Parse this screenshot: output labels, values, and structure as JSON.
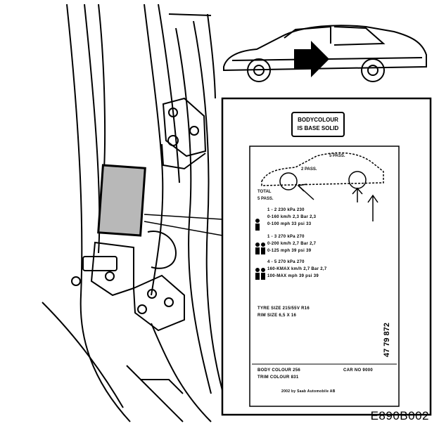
{
  "figure": {
    "code": "E890B002"
  },
  "badge": {
    "line1": "BODYCOLOUR",
    "line2": "IS BASE SOLID"
  },
  "plate": {
    "pass_top": "5 PASS.",
    "pass_mid": "2 PASS.",
    "total_label": "TOTAL",
    "total_pass": "5 PASS.",
    "rows": [
      {
        "text": "1 - 2              230   kPa  230"
      },
      {
        "text": "0-160 km/h         2,3   Bar  2,3"
      },
      {
        "text": "0-100 mph           33   psi   33"
      },
      {
        "text": "1 - 3              270   kPa  270"
      },
      {
        "text": "0-200 km/h         2,7   Bar  2,7"
      },
      {
        "text": "0-125 mph           39   psi   39"
      },
      {
        "text": "4 - 5              270   kPa  270"
      },
      {
        "text": "160-KMAX km/h      2,7   Bar  2,7"
      },
      {
        "text": "100-MAX mph         39   psi   39"
      }
    ],
    "tyre_size": "TYRE SIZE    215/55V R16",
    "rim_size": "RIM SIZE     6,5 X 16",
    "vertical_number": "47 79 872",
    "body_colour": "BODY COLOUR  256",
    "trim_colour": "TRIM COLOUR  831",
    "car_no": "CAR NO 9000",
    "footer": "2002 by Saab Automobile AB"
  },
  "colors": {
    "ink": "#000000",
    "paper": "#ffffff",
    "label_fill": "#b8b8b8"
  }
}
